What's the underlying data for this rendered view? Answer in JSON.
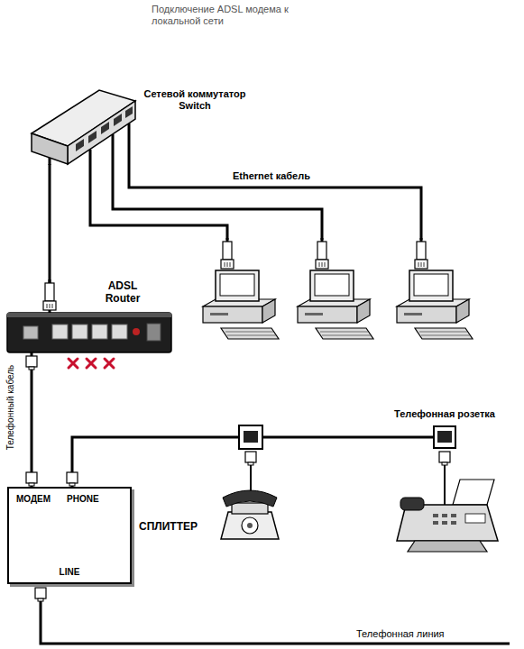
{
  "diagram": {
    "title": "Подключение ADSL модема к локальной сети",
    "nodes": [
      {
        "text": [
          "Сетевой коммутатор Switch"
        ]
      },
      {
        "text": [
          "ADSL Router"
        ]
      },
      {
        "text": [
          "МОДЕМ",
          "PHONE",
          "LINE",
          "СПЛИТТЕР"
        ]
      },
      {
        "text": [
          "Телефонная розетка"
        ]
      }
    ],
    "edges": [
      {
        "from": 0,
        "to": 1,
        "arrow": "none"
      },
      {
        "from": 1,
        "to": 2,
        "arrow": "none"
      },
      {
        "from": 2,
        "to": 3,
        "arrow": "none"
      }
    ],
    "labels": [
      "Ethernet кабель",
      "Телефонный кабель",
      "Телефонная линия"
    ]
  }
}
